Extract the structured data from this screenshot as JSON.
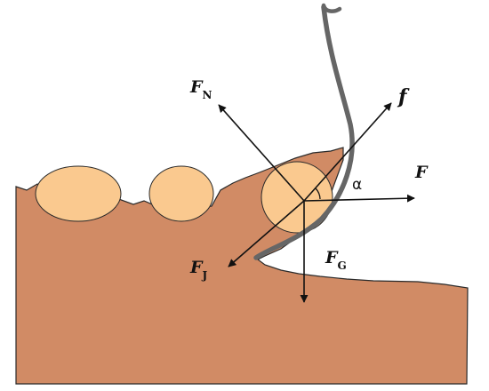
{
  "colors": {
    "soil": "#D18B65",
    "grain": "#FAC98F",
    "tine": "#666666",
    "arrow": "#111111",
    "background": "#FFFFFF"
  },
  "forces": {
    "normal": {
      "symbol": "F",
      "subscript": "N"
    },
    "friction": {
      "symbol": "f"
    },
    "horizontal": {
      "symbol": "F"
    },
    "resultant": {
      "symbol": "F",
      "subscript": "J"
    },
    "gravity": {
      "symbol": "F",
      "subscript": "G"
    }
  },
  "angle": {
    "symbol": "α"
  }
}
